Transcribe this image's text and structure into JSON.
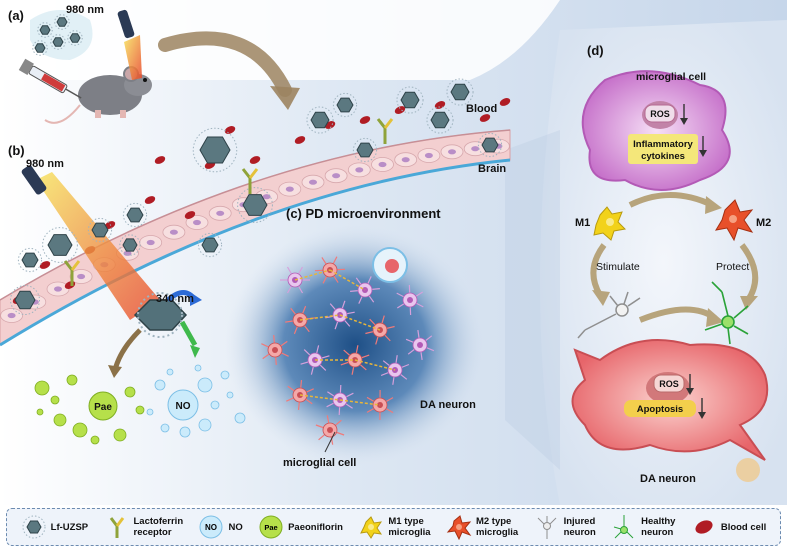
{
  "panels": {
    "a": "(a)",
    "b": "(b)",
    "c": "(c) PD microenvironment",
    "d": "(d)"
  },
  "labels": {
    "laser_top": "980 nm",
    "laser_left": "980 nm",
    "uv_emission": "340 nm",
    "blood": "Blood",
    "brain": "Brain",
    "pae": "Pae",
    "no": "NO",
    "da_neuron_c": "DA neuron",
    "microglial_cell_c": "microglial cell"
  },
  "panel_d": {
    "microglial_cell": "microglial cell",
    "ros_top": "ROS",
    "inflammatory_line1": "Inflammatory",
    "inflammatory_line2": "cytokines",
    "m1": "M1",
    "m2": "M2",
    "stimulate": "Stimulate",
    "protect": "Protect",
    "ros_bottom": "ROS",
    "apoptosis": "Apoptosis",
    "da_neuron": "DA neuron"
  },
  "legend": [
    {
      "icon": "nanoparticle-icon",
      "text": "Lf-UZSP"
    },
    {
      "icon": "receptor-icon",
      "text": "Lactoferrin\nreceptor"
    },
    {
      "icon": "no-bubble-icon",
      "icon_text": "NO",
      "text": "NO"
    },
    {
      "icon": "pae-bubble-icon",
      "icon_text": "Pae",
      "text": "Paeoniflorin"
    },
    {
      "icon": "m1-microglia-icon",
      "text": "M1 type\nmicroglia"
    },
    {
      "icon": "m2-microglia-icon",
      "text": "M2 type\nmicroglia"
    },
    {
      "icon": "injured-neuron-icon",
      "text": "Injured\nneuron"
    },
    {
      "icon": "healthy-neuron-icon",
      "text": "Healthy\nneuron"
    },
    {
      "icon": "blood-cell-icon",
      "text": "Blood cell"
    }
  ],
  "colors": {
    "vessel": "#f3cfd0",
    "blood_cell": "#b01c24",
    "m1_yellow": "#f2d21a",
    "m2_orange": "#e8502a",
    "microglia_pink": "#d6a0dc",
    "neuron_pink": "#f07a7a",
    "pae_green": "#b6e04a",
    "no_blue": "#8fd3f5"
  }
}
